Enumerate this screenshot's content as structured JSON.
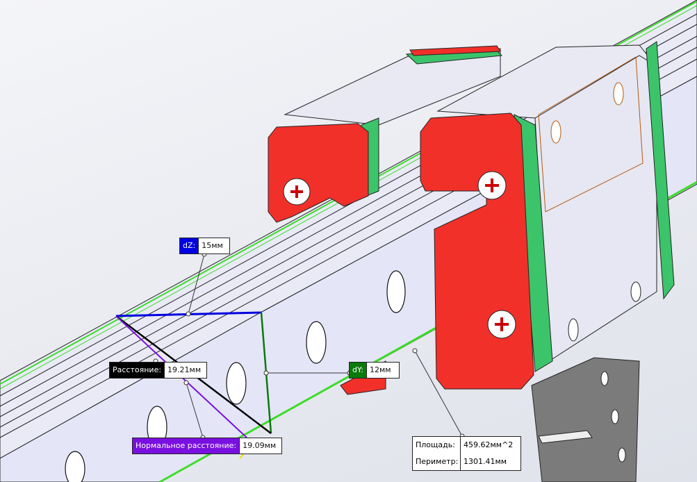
{
  "viewport": {
    "title": "3D model viewport — linear guide rail measurement"
  },
  "measurements": {
    "dz": {
      "label": "dZ:",
      "value": "15мм",
      "color": "#0000e0"
    },
    "dy": {
      "label": "dY:",
      "value": "12мм",
      "color": "#0a7a0a"
    },
    "distance": {
      "label": "Расстояние:",
      "value": "19.21мм",
      "color": "#000000"
    },
    "normal_distance": {
      "label": "Нормальное расстояние:",
      "value": "19.09мм",
      "color": "#7a10e0"
    }
  },
  "section_info": {
    "area_label": "Площадь:",
    "area_value": "459.62мм^2",
    "perimeter_label": "Периметр:",
    "perimeter_value": "1301.41мм"
  },
  "colors": {
    "end_plate": "#f2302a",
    "seal": "#3cc46a",
    "rail": "#e4e6f6",
    "highlight": "#3ddc2a"
  }
}
